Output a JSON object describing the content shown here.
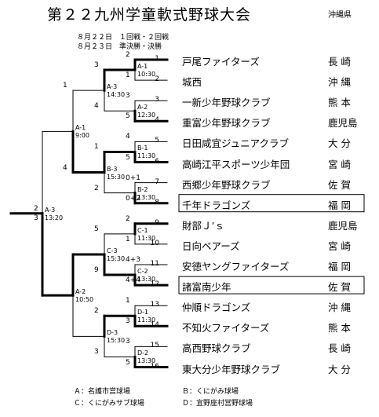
{
  "header": {
    "title": "第２２九州学童軟式野球大会",
    "prefecture": "沖縄県"
  },
  "schedule": [
    "８月２２日　１回戦・２回戦",
    "８月２３日　準決勝・決勝"
  ],
  "teams": [
    {
      "no": "1",
      "name": "戸尾ファイターズ",
      "pref": "長 崎",
      "highlight": false
    },
    {
      "no": "2",
      "name": "城西",
      "pref": "沖 縄",
      "highlight": false
    },
    {
      "no": "3",
      "name": "一新少年野球クラブ",
      "pref": "熊 本",
      "highlight": false
    },
    {
      "no": "4",
      "name": "重富少年野球クラブ",
      "pref": "鹿児島",
      "highlight": false
    },
    {
      "no": "5",
      "name": "日田咸宜ジュニアクラブ",
      "pref": "大 分",
      "highlight": false
    },
    {
      "no": "6",
      "name": "高崎江平スポーツ少年団",
      "pref": "宮 崎",
      "highlight": false
    },
    {
      "no": "7",
      "name": "西郷少年野球クラブ",
      "pref": "佐 賀",
      "highlight": false
    },
    {
      "no": "8",
      "name": "千年ドラゴンズ",
      "pref": "福 岡",
      "highlight": true
    },
    {
      "no": "9",
      "name": "財部Ｊ’ｓ",
      "pref": "鹿児島",
      "highlight": false
    },
    {
      "no": "10",
      "name": "日向ベアーズ",
      "pref": "宮 崎",
      "highlight": false
    },
    {
      "no": "11",
      "name": "安徳ヤングファイターズ",
      "pref": "福 岡",
      "highlight": false
    },
    {
      "no": "12",
      "name": "諸富南少年",
      "pref": "佐 賀",
      "highlight": true
    },
    {
      "no": "13",
      "name": "仲順ドラゴンズ",
      "pref": "沖 縄",
      "highlight": false
    },
    {
      "no": "14",
      "name": "不知火ファイターズ",
      "pref": "熊 本",
      "highlight": false
    },
    {
      "no": "15",
      "name": "高西野球クラブ",
      "pref": "長 崎",
      "highlight": false
    },
    {
      "no": "16",
      "name": "東大分少年野球クラブ",
      "pref": "大 分",
      "highlight": false
    }
  ],
  "round1": [
    {
      "top": "2",
      "bottom": "1",
      "code": "A-1",
      "time": "10:30"
    },
    {
      "top": "3",
      "bottom": "5",
      "code": "A-2",
      "time": "12:30"
    },
    {
      "top": "4",
      "bottom": "5",
      "code": "B-1",
      "time": "11:30"
    },
    {
      "top": "0+1",
      "bottom": "0+2",
      "code": "B-2",
      "time": "13:30"
    },
    {
      "top": "2",
      "bottom": "1",
      "code": "C-1",
      "time": "11:30"
    },
    {
      "top": "4+3",
      "bottom": "4+4",
      "code": "C-2",
      "time": "13:30"
    },
    {
      "top": "1",
      "bottom": "3",
      "code": "D-1",
      "time": "11:30"
    },
    {
      "top": "3",
      "bottom": "5",
      "code": "D-2",
      "time": "13:30"
    }
  ],
  "round2": [
    {
      "top": "3",
      "bottom": "4",
      "code": "A-3",
      "time": "14:30"
    },
    {
      "top": "1",
      "bottom": "2",
      "code": "B-3",
      "time": "15:30"
    },
    {
      "top": "5",
      "bottom": "9",
      "code": "C-3",
      "time": "15:30"
    },
    {
      "top": "2",
      "bottom": "3",
      "code": "D-3",
      "time": "15:30"
    }
  ],
  "semis": [
    {
      "top": "1",
      "bottom": "4",
      "code": "A-1",
      "time": "9:00"
    },
    {
      "code": "A-2",
      "time": "10:50"
    }
  ],
  "final": {
    "top": "2",
    "bottom": "3",
    "code": "A-3",
    "time": "13:20"
  },
  "legend": [
    "Ａ：名護市営球場",
    "Ｂ：くにがみ球場",
    "Ｃ：くにがみサブ球場",
    "Ｄ：宜野座村営野球場"
  ]
}
